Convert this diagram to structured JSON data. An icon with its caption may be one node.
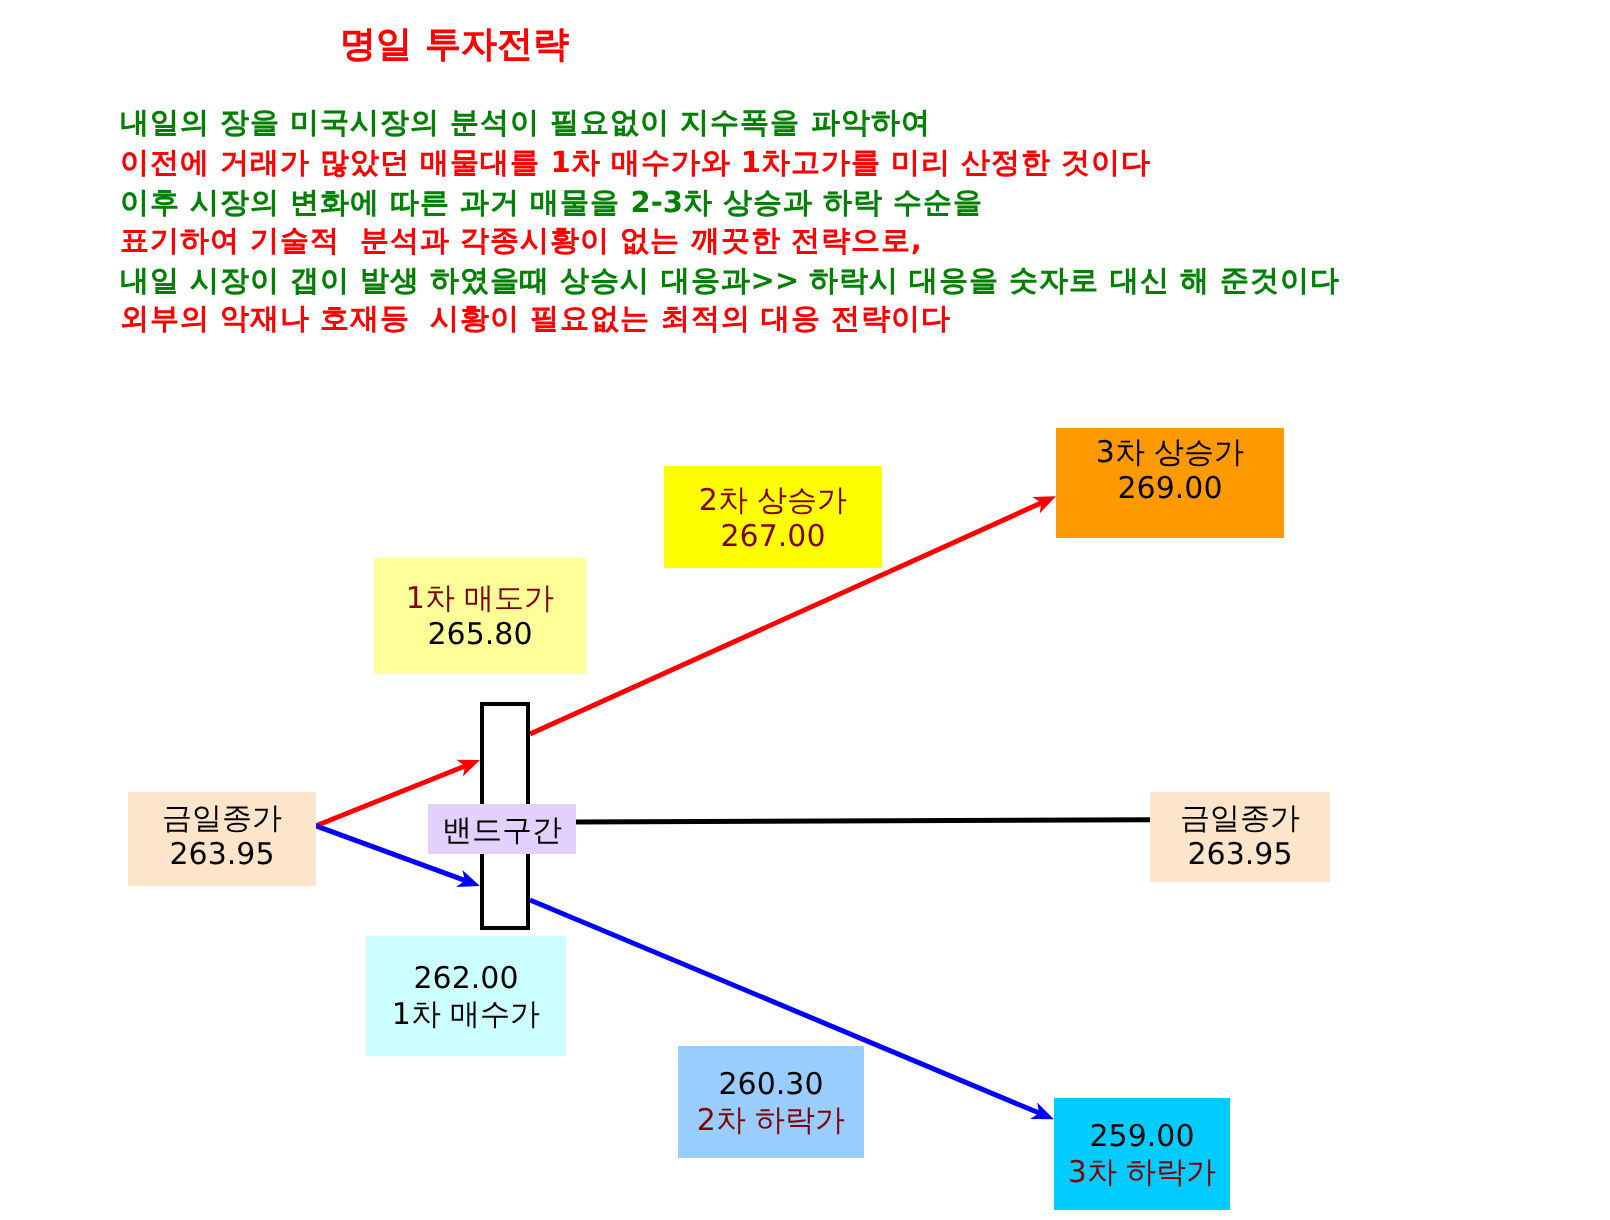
{
  "diagram": {
    "title": "명일 투자전략",
    "nodes": [
      {
        "text": [
          "3차 상승가",
          "269.00"
        ]
      },
      {
        "text": [
          "2차 상승가",
          "267.00"
        ]
      },
      {
        "text": [
          "1차 매도가",
          "265.80"
        ]
      },
      {
        "text": [],
        "shape": "bar"
      },
      {
        "text": [
          "금일종가",
          "263.95"
        ]
      },
      {
        "text": [
          "밴드구간"
        ]
      },
      {
        "text": [
          "금일종가",
          "263.95"
        ]
      },
      {
        "text": [
          "262.00",
          "1차 매수가"
        ]
      },
      {
        "text": [
          "260.30",
          "2차 하락가"
        ]
      },
      {
        "text": [
          "259.00",
          "3차 하락가"
        ]
      }
    ],
    "edges": [
      {
        "from": 4,
        "to": 3,
        "arrow": "to",
        "color": "#ff0000"
      },
      {
        "from": 3,
        "to": 0,
        "arrow": "to",
        "color": "#ff0000"
      },
      {
        "from": 4,
        "to": 3,
        "arrow": "to",
        "color": "#0000ff"
      },
      {
        "from": 3,
        "to": 9,
        "arrow": "to",
        "color": "#0000ff"
      },
      {
        "from": 5,
        "to": 6,
        "arrow": "none",
        "color": "#000000"
      }
    ],
    "labels": [
      "내일의 장을 미국시장의 분석이 필요없이 지수폭을 파악하여",
      "이전에 거래가 많았던 매물대를 1차 매수가와 1차고가를 미리 산정한 것이다",
      "이후 시장의 변화에 따른 과거 매물을 2-3차 상승과 하락 수순을",
      "표기하여 기술적  분석과 각종시황이 없는 깨끗한 전략으로,",
      "내일 시장이 갭이 발생 하였을때 상승시 대응과>> 하락시 대응을 숫자로 대신 해 준것이다",
      "외부의 악재나 호재등  시황이 필요없는 최적의 대응 전략이다"
    ]
  }
}
